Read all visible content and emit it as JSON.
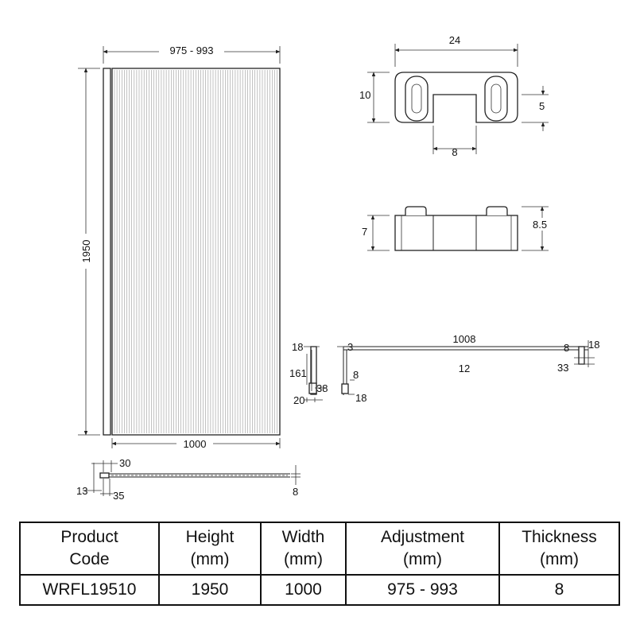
{
  "drawing": {
    "panel": {
      "width_label": "1000",
      "height_label": "1950",
      "adjustment_label": "975 - 993"
    },
    "bracket_top": {
      "length": "24",
      "height": "10",
      "slot_depth": "5",
      "notch_width": "8"
    },
    "bracket_side": {
      "height": "7",
      "overall_height": "8.5"
    },
    "wall_profile": {
      "depth": "18",
      "height": "161",
      "base": "20",
      "side": "38"
    },
    "support_arm": {
      "length": "1008",
      "start": "3",
      "diameter": "12",
      "drop": "8",
      "bottom": "18",
      "end_offset": "8",
      "end_depth": "18",
      "end_gap": "33"
    },
    "plan_view": {
      "top_offset": "30",
      "left_offset": "13",
      "bottom_offset": "35",
      "thickness": "8"
    }
  },
  "table": {
    "headers": [
      {
        "line1": "Product",
        "line2": "Code"
      },
      {
        "line1": "Height",
        "line2": "(mm)"
      },
      {
        "line1": "Width",
        "line2": "(mm)"
      },
      {
        "line1": "Adjustment",
        "line2": "(mm)"
      },
      {
        "line1": "Thickness",
        "line2": "(mm)"
      }
    ],
    "row": [
      "WRFL19510",
      "1950",
      "1000",
      "975 - 993",
      "8"
    ]
  }
}
